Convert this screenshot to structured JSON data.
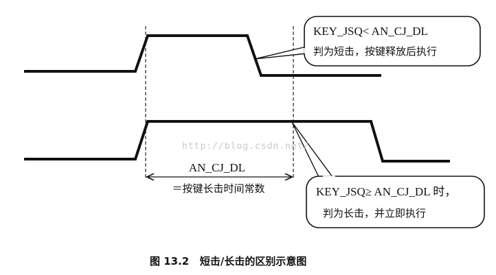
{
  "figure": {
    "caption": "图 13.2   短击/长击的区别示意图",
    "watermark": "http://blog.csdn.net/"
  },
  "short_press": {
    "callout_line1": "KEY_JSQ< AN_CJ_DL",
    "callout_line2": "判为短击，按键释放后执行"
  },
  "long_press": {
    "callout_line1": "KEY_JSQ≥ AN_CJ_DL 时，",
    "callout_line2": "判为长击，并立即执行"
  },
  "threshold": {
    "name": "AN_CJ_DL",
    "description": "＝按键长击时间常数"
  },
  "colors": {
    "ink": "#111111",
    "watermark": "#c8c8c8",
    "background": "#ffffff"
  }
}
